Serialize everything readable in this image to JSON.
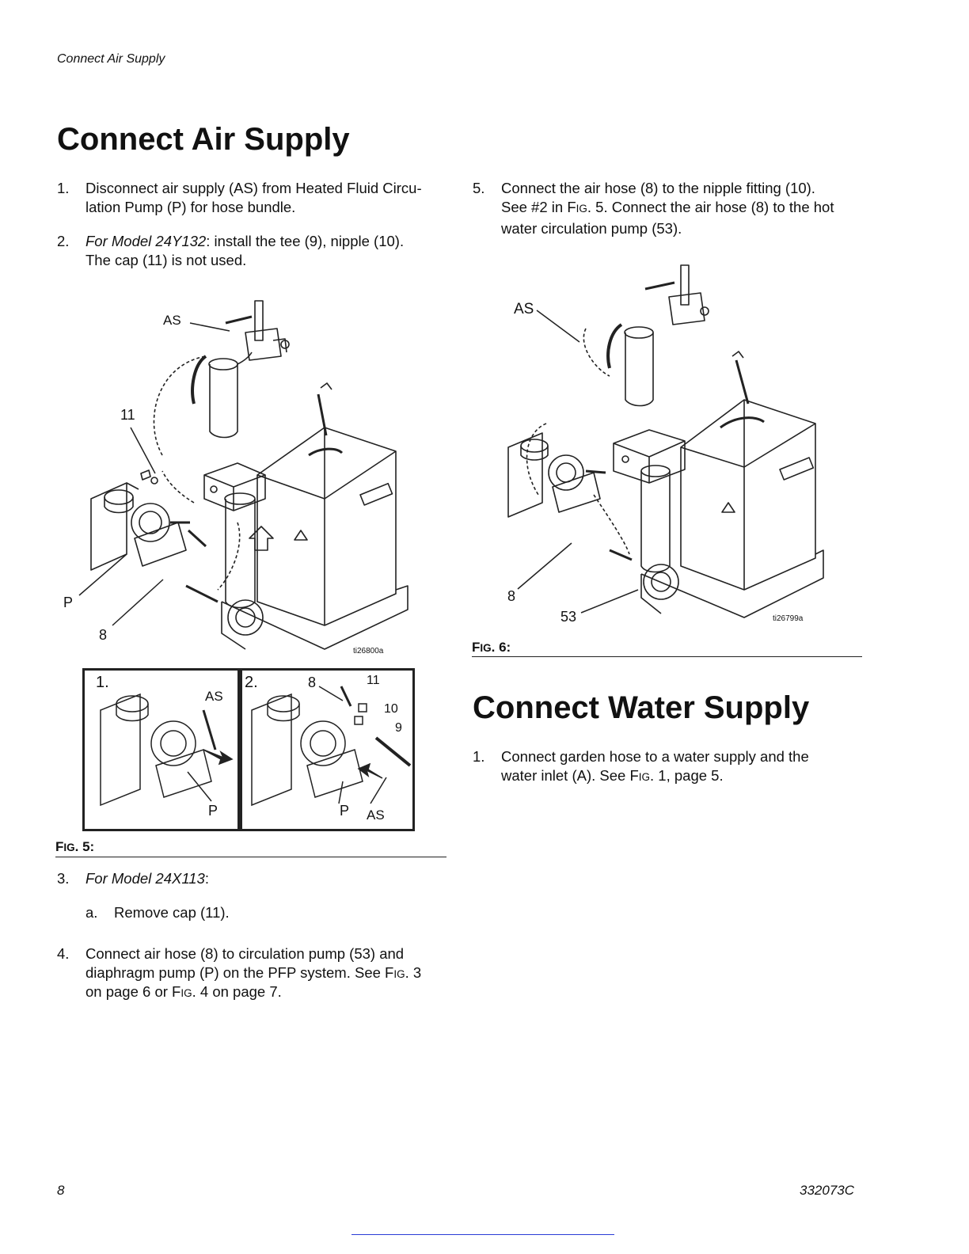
{
  "header": {
    "running_title": "Connect Air Supply"
  },
  "section1": {
    "title": "Connect Air Supply",
    "step1": {
      "num": "1.",
      "line1": "Disconnect air supply (AS) from Heated Fluid Circu-",
      "line2": "lation Pump (P) for hose bundle."
    },
    "step2": {
      "num": "2.",
      "model": "For Model 24Y132",
      "line1_rest": ": install the tee (9), nipple (10).",
      "line2": "The cap (11) is not used."
    },
    "step3": {
      "num": "3.",
      "model": "For Model 24X113",
      "colon": ":"
    },
    "step3a": {
      "num": "a.",
      "text": "Remove cap (11)."
    },
    "step4": {
      "num": "4.",
      "line1": "Connect air hose (8) to circulation pump (53) and",
      "line2_a": "diaphragm pump (P) on the PFP system. See F",
      "line2_b": "IG",
      "line2_c": ". 3",
      "line3_a": "on page 6 or F",
      "line3_b": "IG",
      "line3_c": ". 4 on page 7."
    },
    "step5": {
      "num": "5.",
      "line1": "Connect the air hose (8) to the nipple fitting (10).",
      "line2_a": "See #2 in F",
      "line2_b": "IG",
      "line2_c": ". 5. Connect the air hose (8) to the hot",
      "line3": "water circulation pump (53)."
    }
  },
  "fig5": {
    "caption_f": "F",
    "caption_ig": "IG",
    "caption_rest": ". 5:",
    "labels": {
      "as": "AS",
      "eleven": "11",
      "p": "P",
      "eight": "8"
    },
    "image_id": "ti26800a",
    "inset1": {
      "num": "1.",
      "as": "AS",
      "p": "P"
    },
    "inset2": {
      "num": "2.",
      "eight": "8",
      "eleven": "11",
      "ten": "10",
      "nine": "9",
      "p": "P",
      "as": "AS"
    }
  },
  "fig6": {
    "caption_f": "F",
    "caption_ig": "IG",
    "caption_rest": ". 6:",
    "labels": {
      "as": "AS",
      "eight": "8",
      "fiftythree": "53"
    },
    "image_id": "ti26799a"
  },
  "section2": {
    "title": "Connect Water Supply",
    "step1": {
      "num": "1.",
      "line1": "Connect garden hose to a water supply and the",
      "line2_a": "water inlet (A). See F",
      "line2_b": "IG",
      "line2_c": ". 1, page 5."
    }
  },
  "footer": {
    "page_number": "8",
    "doc_number": "332073C"
  }
}
